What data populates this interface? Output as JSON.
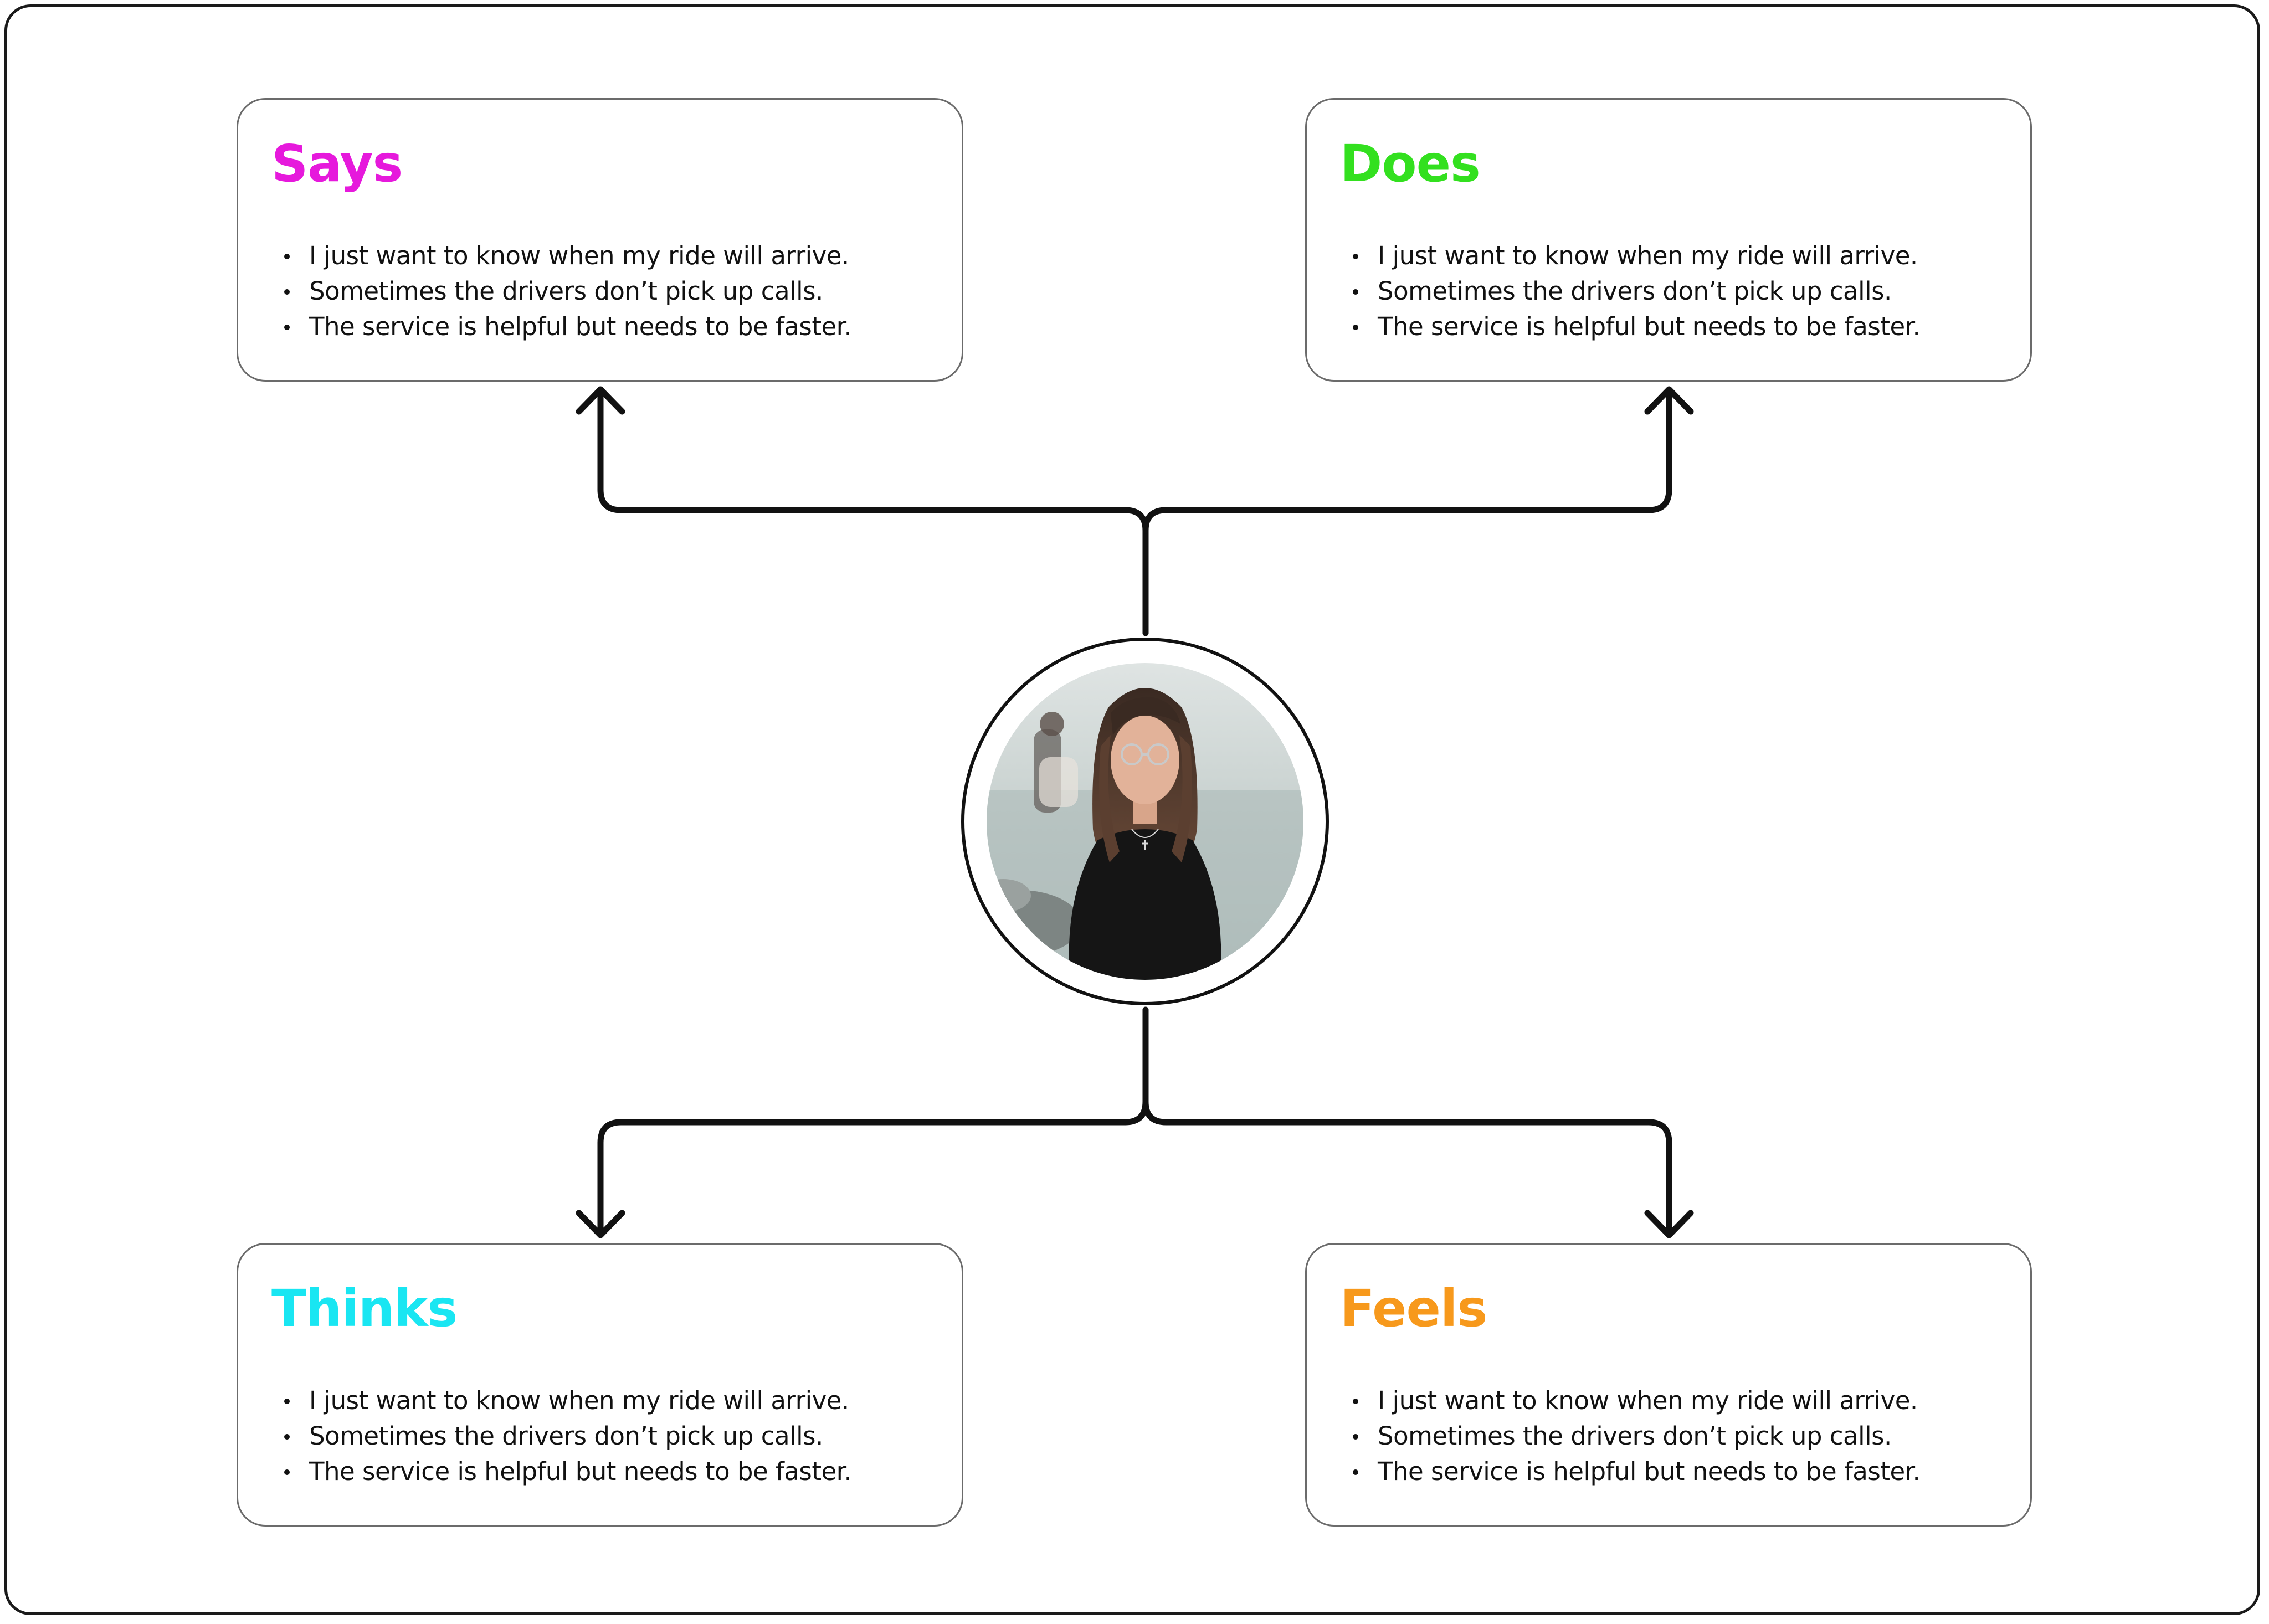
{
  "cards": {
    "says": {
      "title": "Says",
      "title_color": "#e619dc",
      "items": [
        "I just want to know when my ride will arrive.",
        "Sometimes the drivers don’t pick up calls.",
        "The service is helpful but needs to be faster."
      ]
    },
    "does": {
      "title": "Does",
      "title_color": "#33e01f",
      "items": [
        "I just want to know when my ride will arrive.",
        "Sometimes the drivers don’t pick up calls.",
        "The service is helpful but needs to be faster."
      ]
    },
    "thinks": {
      "title": "Thinks",
      "title_color": "#19e6f2",
      "items": [
        "I just want to know when my ride will arrive.",
        "Sometimes the drivers don’t pick up calls.",
        "The service is helpful but needs to be faster."
      ]
    },
    "feels": {
      "title": "Feels",
      "title_color": "#f7991c",
      "items": [
        "I just want to know when my ride will arrive.",
        "Sometimes the drivers don’t pick up calls.",
        "The service is helpful but needs to be faster."
      ]
    }
  },
  "avatar": {
    "icon": "persona-photo"
  },
  "colors": {
    "connector": "#111111",
    "frame": "#1a1a1a",
    "card_border": "#6b6b6b"
  }
}
